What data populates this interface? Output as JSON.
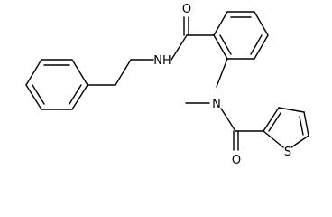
{
  "molecule": {
    "atoms": [
      {
        "id": "o1",
        "label": "O"
      },
      {
        "id": "nh",
        "label": "NH"
      },
      {
        "id": "n2",
        "label": "N"
      },
      {
        "id": "o2",
        "label": "O"
      },
      {
        "id": "s1",
        "label": "S"
      }
    ],
    "bond_color": "#000000",
    "label_color": "#000000"
  }
}
